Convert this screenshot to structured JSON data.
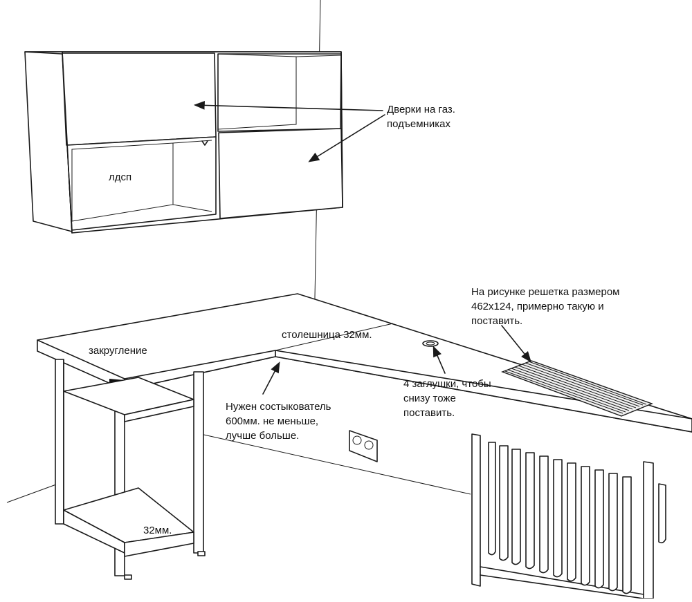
{
  "labels": {
    "doors": "Дверки на газ.\nподъемниках",
    "ldsp": "лдсп",
    "grille": "На рисунке решетка размером\n462х124, примерно такую и\nпоставить.",
    "tabletop": "столешница 32мм.",
    "rounding": "закругление",
    "plugs": "4 заглушки, чтобы\nснизу тоже\nпоставить.",
    "connector": "Нужен состыкователь\n600мм. не меньше,\nлучше больше.",
    "thickness": "32мм."
  },
  "colors": {
    "line": "#1a1a1a",
    "paper": "#ffffff",
    "band": "#111111"
  }
}
